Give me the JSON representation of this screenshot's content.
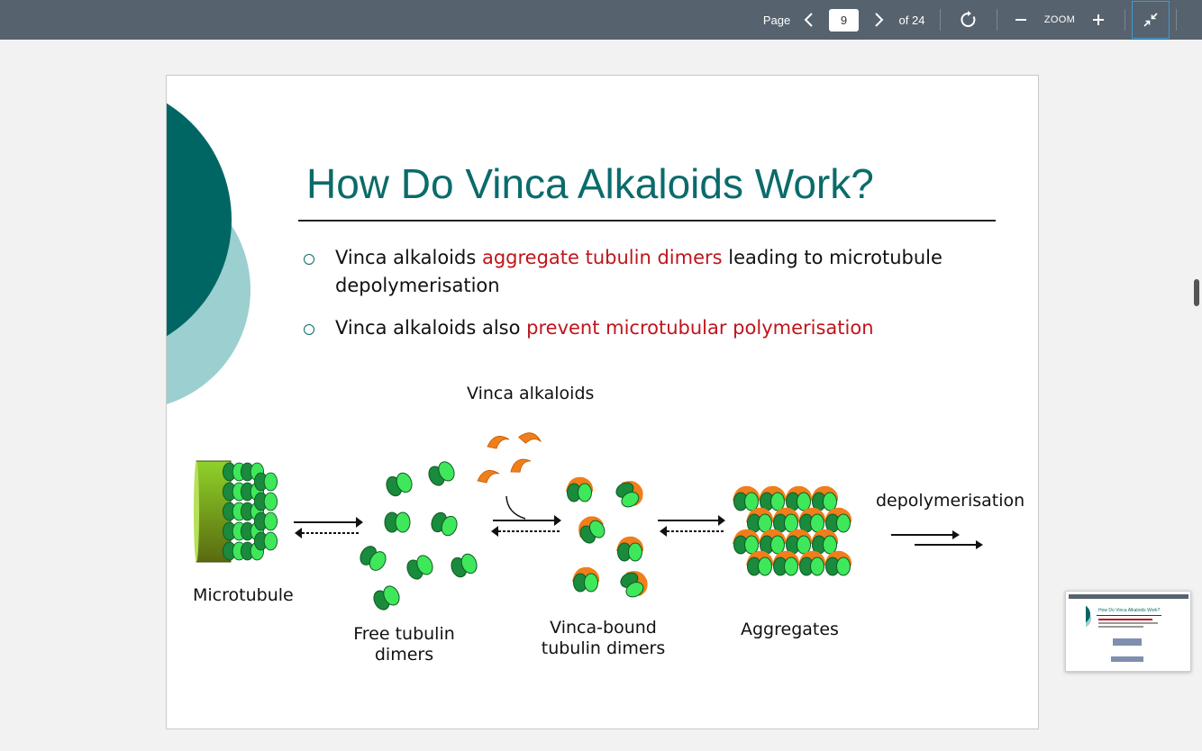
{
  "toolbar": {
    "page_label": "Page",
    "current_page": "9",
    "total_pages": "of 24",
    "zoom_label": "ZOOM"
  },
  "slide": {
    "title": "How Do Vinca Alkaloids Work?",
    "bullets": [
      {
        "before": "Vinca alkaloids ",
        "highlight": "aggregate tubulin dimers",
        "after": " leading to microtubule depolymerisation"
      },
      {
        "before": "Vinca alkaloids also ",
        "highlight": "prevent microtubular polymerisation",
        "after": ""
      }
    ],
    "diagram": {
      "vinca_label": "Vinca alkaloids",
      "microtubule_label": "Microtubule",
      "free_dimers_label_line1": "Free tubulin",
      "free_dimers_label_line2": "dimers",
      "vinca_bound_label_line1": "Vinca-bound",
      "vinca_bound_label_line2": "tubulin dimers",
      "aggregates_label": "Aggregates",
      "depolymerisation_label": "depolymerisation"
    }
  },
  "thumbnail": {
    "title": "How Do Vinca Alkaloids Work?"
  },
  "colors": {
    "toolbar_bg": "#56626e",
    "title_teal": "#0b6b6b",
    "highlight_red": "#c0141b",
    "dark_teal": "#006664",
    "light_teal": "#9ccfcf",
    "tubulin_green": "#22b24c",
    "tubulin_bright": "#3df05a",
    "vinca_orange": "#f07e1a"
  }
}
